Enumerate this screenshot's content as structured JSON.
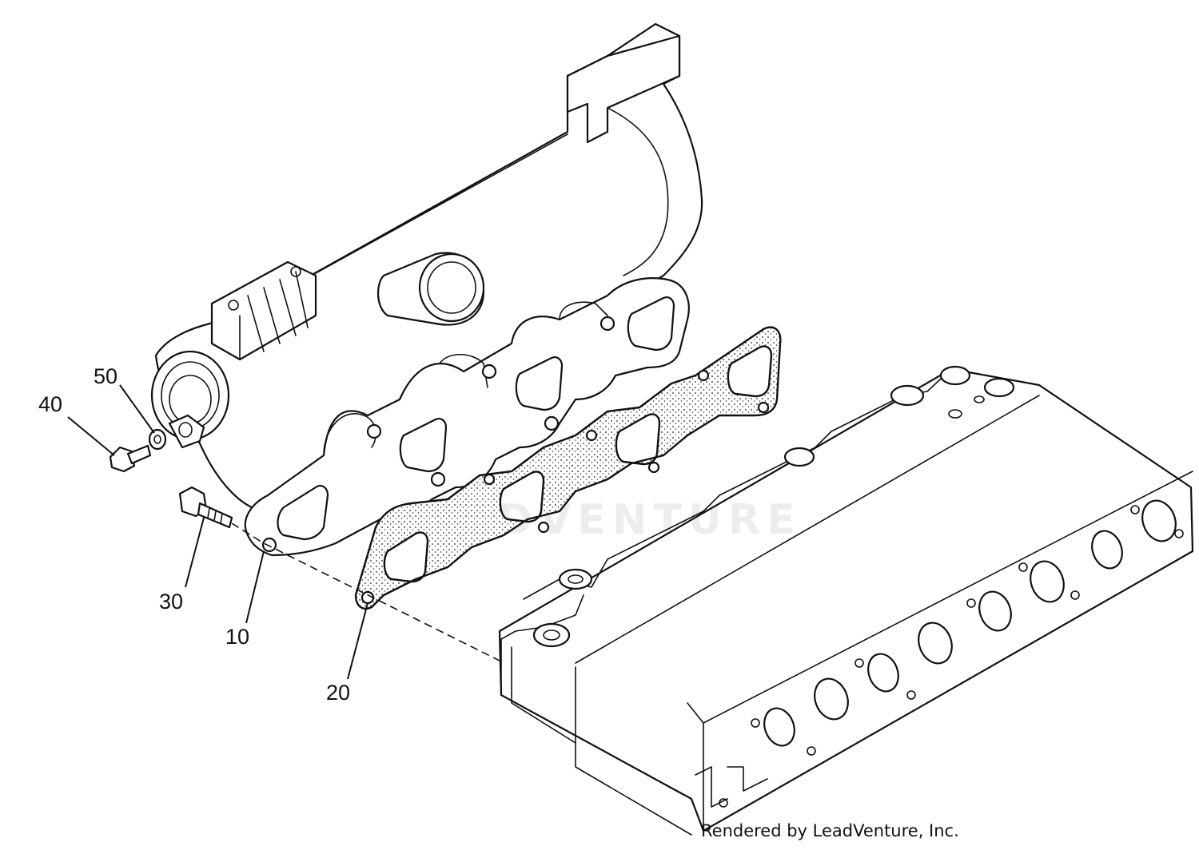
{
  "diagram": {
    "callouts": [
      {
        "id": "10",
        "label": "10"
      },
      {
        "id": "20",
        "label": "20"
      },
      {
        "id": "30",
        "label": "30"
      },
      {
        "id": "40",
        "label": "40"
      },
      {
        "id": "50",
        "label": "50"
      }
    ],
    "watermark": "LEADVENTURE",
    "credit": "Rendered by LeadVenture, Inc."
  }
}
